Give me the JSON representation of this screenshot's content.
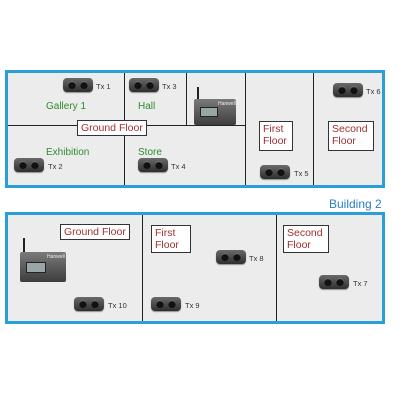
{
  "building1": {
    "zones": {
      "gallery": "Gallery 1",
      "hall": "Hall",
      "exhibition": "Exhibition",
      "store": "Store"
    },
    "floors": {
      "ground": "Ground Floor",
      "first": "First Floor",
      "second": "Second Floor"
    },
    "transmitters": {
      "tx1": "Tx 1",
      "tx2": "Tx 2",
      "tx3": "Tx 3",
      "tx4": "Tx 4",
      "tx5": "Tx 5",
      "tx6": "Tx 6"
    },
    "hub_brand": "Hanwell"
  },
  "building2": {
    "title": "Building 2",
    "floors": {
      "ground": "Ground Floor",
      "first": "First Floor",
      "second": "Second Floor"
    },
    "transmitters": {
      "tx7": "Tx 7",
      "tx8": "Tx 8",
      "tx9": "Tx 9",
      "tx10": "Tx 10"
    },
    "hub_brand": "Hanwell"
  },
  "colors": {
    "building_border": "#2a9fd6",
    "zone_label": "#2e8b2e",
    "floor_label": "#a03030"
  }
}
